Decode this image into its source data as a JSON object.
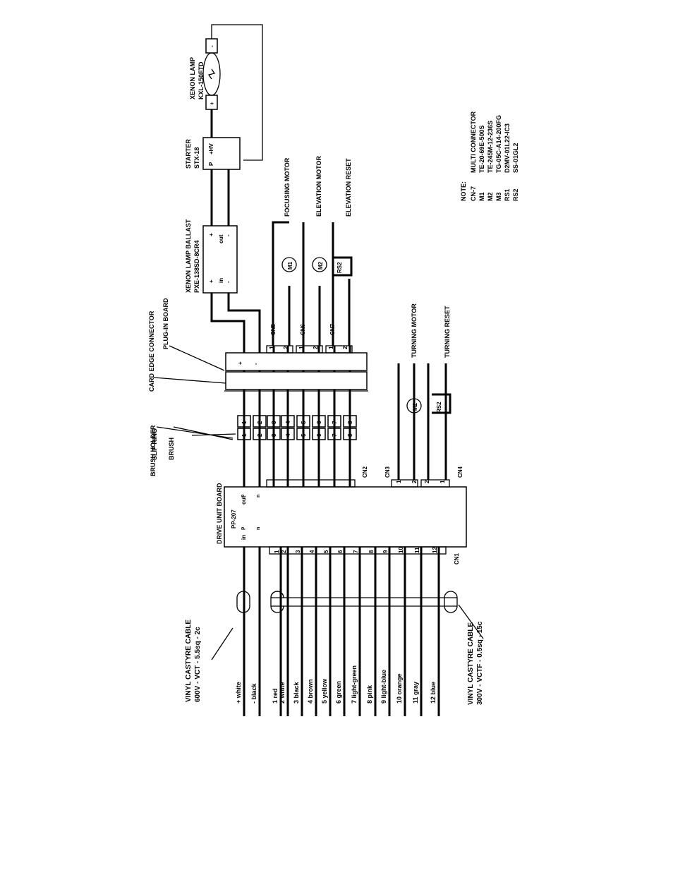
{
  "labels": {
    "xenon_lamp": "XENON LAMP",
    "xenon_lamp_model": "KXL-150FTD",
    "starter": "STARTER",
    "starter_model": "STX-18",
    "ballast": "XENON LAMP BALLAST",
    "ballast_model": "PXE-138SD-8CR4",
    "card_edge": "CARD EDGE CONNECTOR",
    "plugin_board": "PLUG-IN BOARD",
    "slip_ring": "SLIP RING",
    "brush": "BRUSH",
    "brush_holder": "BRUSH HOLDER",
    "drive_unit": "DRIVE UNIT BOARD",
    "drive_unit_model": "PP-207",
    "focusing_motor": "FOCUSING MOTOR",
    "elevation_motor": "ELEVATION MOTOR",
    "elevation_reset": "ELEVATION RESET",
    "turning_motor": "TURNING MOTOR",
    "turning_reset": "TURNING RESET",
    "cable1_line1": "VINYL CASTYRE CABLE",
    "cable1_line2": "600V - VCT - 5.5sq - 2c",
    "cable2_line1": "VINYL CASTYRE CABLE",
    "cable2_line2": "300V - VCTF - 0.5sq - 15c"
  },
  "pins": {
    "lamp_plus": "+",
    "lamp_minus": "-",
    "starter_p": "P",
    "starter_hv": "+HV",
    "ballast_in": "in",
    "ballast_out": "out",
    "plus": "+",
    "minus": "-",
    "drive_in": "in",
    "drive_out": "out",
    "p": "p",
    "n": "n",
    "one": "1",
    "two": "2"
  },
  "connectors": [
    "CN5",
    "CN6",
    "CN7",
    "CN2",
    "CN3",
    "CN4",
    "CN1"
  ],
  "components": {
    "m1": "M1",
    "m2": "M2",
    "m2b": "M2",
    "rs2": "RS2",
    "rs2b": "RS2"
  },
  "slip_ring_numbers": [
    "1",
    "2",
    "3",
    "4",
    "5",
    "6",
    "7",
    "8"
  ],
  "brush_numbers": [
    "1",
    "2",
    "3",
    "4",
    "5",
    "6",
    "7",
    "8"
  ],
  "cn1_numbers": [
    "1",
    "2",
    "3",
    "4",
    "5",
    "6",
    "7",
    "8",
    "9",
    "10",
    "11",
    "12"
  ],
  "wires": [
    "+ white",
    "- black",
    "1 red",
    "2 white",
    "3 black",
    "4 brown",
    "5 yellow",
    "6 green",
    "7 light-green",
    "8 pink",
    "9 light-blue",
    "10 orange",
    "11 gray",
    "12 blue"
  ],
  "note": {
    "title": "NOTE:",
    "rows": [
      [
        "CN-7",
        "MULTI CONNECTOR"
      ],
      [
        "M1",
        "TE-20-69E-500S"
      ],
      [
        "M2",
        "TE-245M-12-236S"
      ],
      [
        "M3",
        "TG-05C-A14-200FG"
      ],
      [
        "RS1",
        "D2MV-01L22-IC3"
      ],
      [
        "RS2",
        "SS-01GL2"
      ]
    ]
  }
}
